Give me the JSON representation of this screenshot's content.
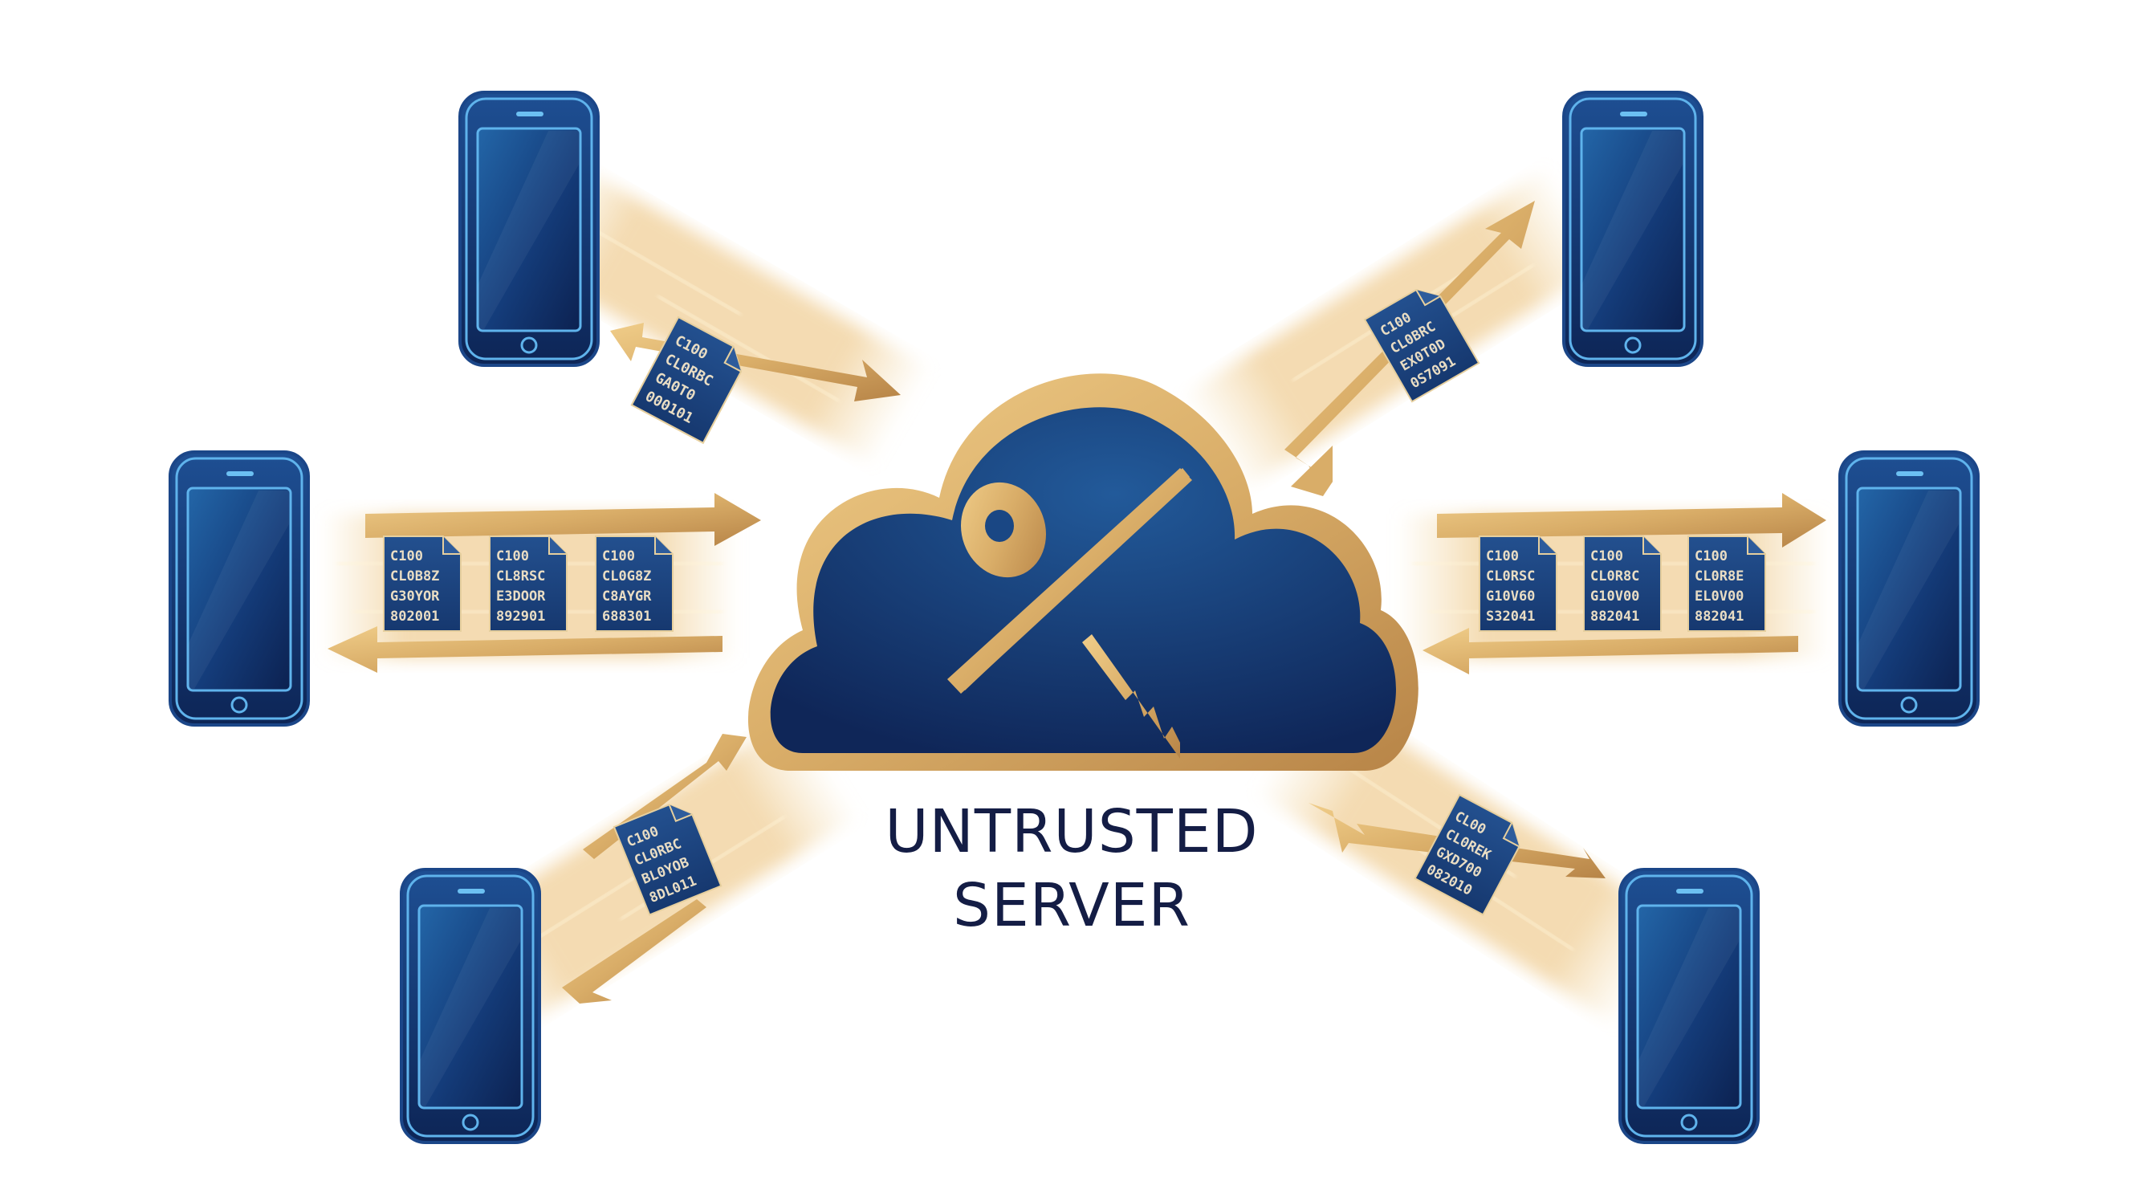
{
  "diagram": {
    "title_line1": "UNTRUSTED",
    "title_line2": "SERVER",
    "center_node": {
      "label": "UNTRUSTED SERVER",
      "icon": "cloud-icon",
      "inner_icon": "key-crossed-out-icon"
    },
    "colors": {
      "navy": "#1b3f7a",
      "navy_dark": "#0f2555",
      "gold": "#d4a867",
      "gold_light": "#f1cf8a",
      "phone_outline": "#4fa3e0",
      "label": "#141d45",
      "background": "#ffffff"
    },
    "clients": [
      {
        "id": "phone-top-left",
        "icon": "smartphone-icon"
      },
      {
        "id": "phone-top-right",
        "icon": "smartphone-icon"
      },
      {
        "id": "phone-mid-left",
        "icon": "smartphone-icon"
      },
      {
        "id": "phone-mid-right",
        "icon": "smartphone-icon"
      },
      {
        "id": "phone-bottom-left",
        "icon": "smartphone-icon"
      },
      {
        "id": "phone-bottom-right",
        "icon": "smartphone-icon"
      }
    ],
    "documents": {
      "top_left": [
        "C100",
        "CL0RBC",
        "GA0T0",
        "000101"
      ],
      "top_right": [
        "C100",
        "CL0BRC",
        "EX0T0D",
        "0S7091"
      ],
      "mid_left": [
        [
          "C100",
          "CL0B8Z",
          "G30YOR",
          "802001"
        ],
        [
          "C100",
          "CL8RSC",
          "E3DOOR",
          "892901"
        ],
        [
          "C100",
          "CL0G8Z",
          "C8AYGR",
          "688301"
        ]
      ],
      "mid_right": [
        [
          "C100",
          "CL0RSC",
          "G10V60",
          "S32041"
        ],
        [
          "C100",
          "CL0R8C",
          "G10V00",
          "882041"
        ],
        [
          "C100",
          "CL0R8E",
          "EL0V00",
          "882041"
        ]
      ],
      "bottom_left": [
        "C100",
        "CL0RBC",
        "BL0YOB",
        "8DL011"
      ],
      "bottom_right": [
        "CL00",
        "CL0REK",
        "GXD700",
        "082010"
      ]
    },
    "links": [
      {
        "from": "phone-top-left",
        "to": "cloud",
        "direction": "bidirectional"
      },
      {
        "from": "phone-top-right",
        "to": "cloud",
        "direction": "bidirectional"
      },
      {
        "from": "phone-mid-left",
        "to": "cloud",
        "direction": "bidirectional"
      },
      {
        "from": "phone-mid-right",
        "to": "cloud",
        "direction": "bidirectional"
      },
      {
        "from": "phone-bottom-left",
        "to": "cloud",
        "direction": "bidirectional"
      },
      {
        "from": "phone-bottom-right",
        "to": "cloud",
        "direction": "bidirectional"
      }
    ]
  }
}
